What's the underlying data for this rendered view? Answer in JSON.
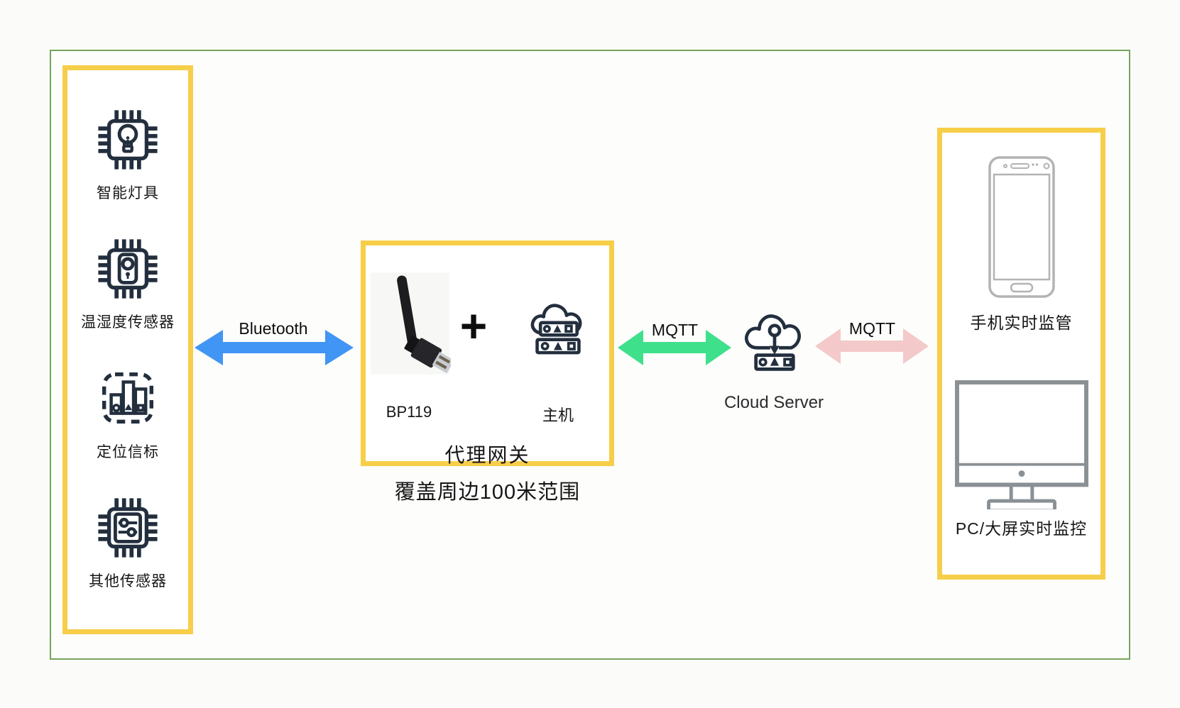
{
  "diagram": {
    "colors": {
      "frame_green": "#76A45C",
      "box_yellow": "#F7CE49",
      "icon_navy": "#232F3E",
      "bluetooth_blue": "#4195F4",
      "mqtt_green": "#3FE08C",
      "mqtt_pink": "#F4C9C9"
    },
    "sensors": {
      "items": [
        {
          "icon": "chip-lightbulb-icon",
          "label": "智能灯具"
        },
        {
          "icon": "chip-doorsensor-icon",
          "label": "温湿度传感器"
        },
        {
          "icon": "beacon-bars-icon",
          "label": "定位信标"
        },
        {
          "icon": "chip-sliders-icon",
          "label": "其他传感器"
        }
      ]
    },
    "links": {
      "bluetooth": {
        "label": "Bluetooth",
        "color": "#4195F4"
      },
      "mqtt_left": {
        "label": "MQTT",
        "color": "#3FE08C"
      },
      "mqtt_right": {
        "label": "MQTT",
        "color": "#F4C9C9"
      }
    },
    "gateway": {
      "dongle_label": "BP119",
      "plus_sign": "+",
      "host_label": "主机",
      "title": "代理网关",
      "caption": "覆盖周边100米范围"
    },
    "cloud": {
      "label": "Cloud Server"
    },
    "monitoring": {
      "phone_label": "手机实时监管",
      "pc_label": "PC/大屏实时监控"
    }
  }
}
